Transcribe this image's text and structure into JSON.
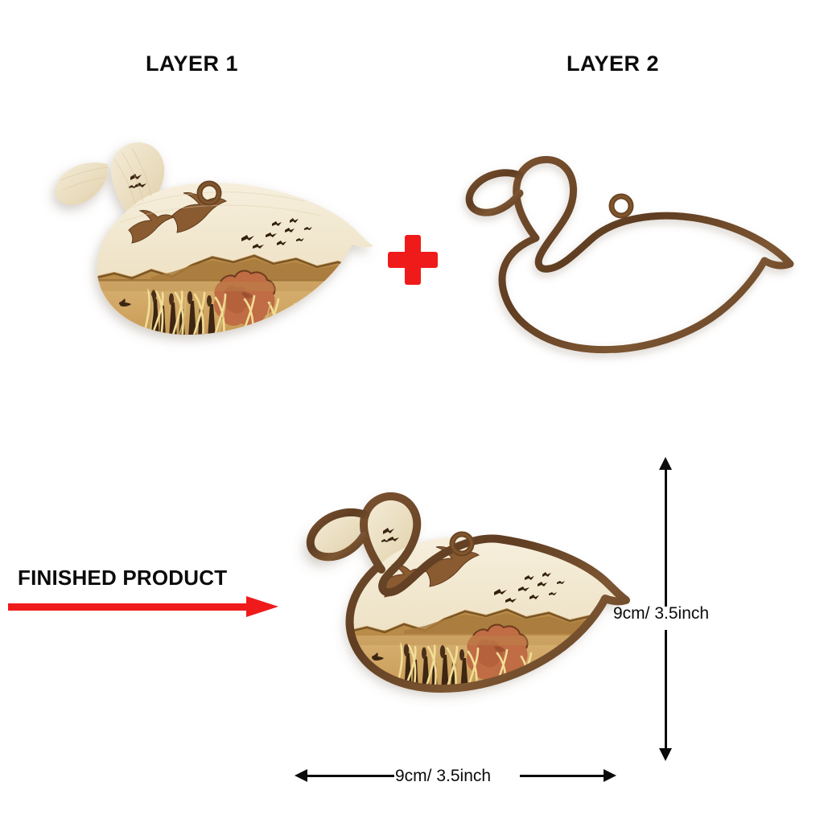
{
  "product": {
    "type": "layered-wooden-duck-ornament",
    "subject": "duck / mallard silhouette with engraved wetland scene"
  },
  "headings": {
    "layer1": "LAYER 1",
    "layer2": "LAYER 2",
    "finished": "FINISHED PRODUCT"
  },
  "symbols": {
    "plus": "+",
    "plus_color": "#ef1b1b",
    "arrow_color": "#ef1b1b"
  },
  "dimensions": {
    "height_label": "9cm/ 3.5inch",
    "width_label": "9cm/ 3.5inch",
    "line_color": "#0b0b0b"
  },
  "layer1": {
    "name": "engraved scene panel",
    "description": "light birch duck-shaped panel with engraved wetland scene",
    "body_color": "#efe0c2",
    "head_color": "#eadfc3",
    "water_color": "#d3ab6a",
    "sky_color": "#f2e7ce",
    "ridge_color": "#a9803f",
    "rock_color": "#bf6a42",
    "grass_color": "#f0dc94",
    "reed_color": "#4a2f19",
    "goose_color": "#8a5c33",
    "bird_color": "#3b2512",
    "loop_color": "#6b4523",
    "scene_elements": [
      "two large flying geese",
      "distant flock of small birds",
      "mountain ridge horizon",
      "open water",
      "cattail reeds and grass",
      "rust colored rock formation",
      "small duck on water",
      "bird mark on head"
    ]
  },
  "layer2": {
    "name": "outline frame",
    "description": "dark walnut duck outline frame with hanging loop",
    "stroke_color": "#6b472a",
    "stroke_color_dark": "#56381f"
  },
  "finished": {
    "name": "assembled ornament",
    "description": "engraved scene panel mounted behind dark walnut outline frame"
  }
}
